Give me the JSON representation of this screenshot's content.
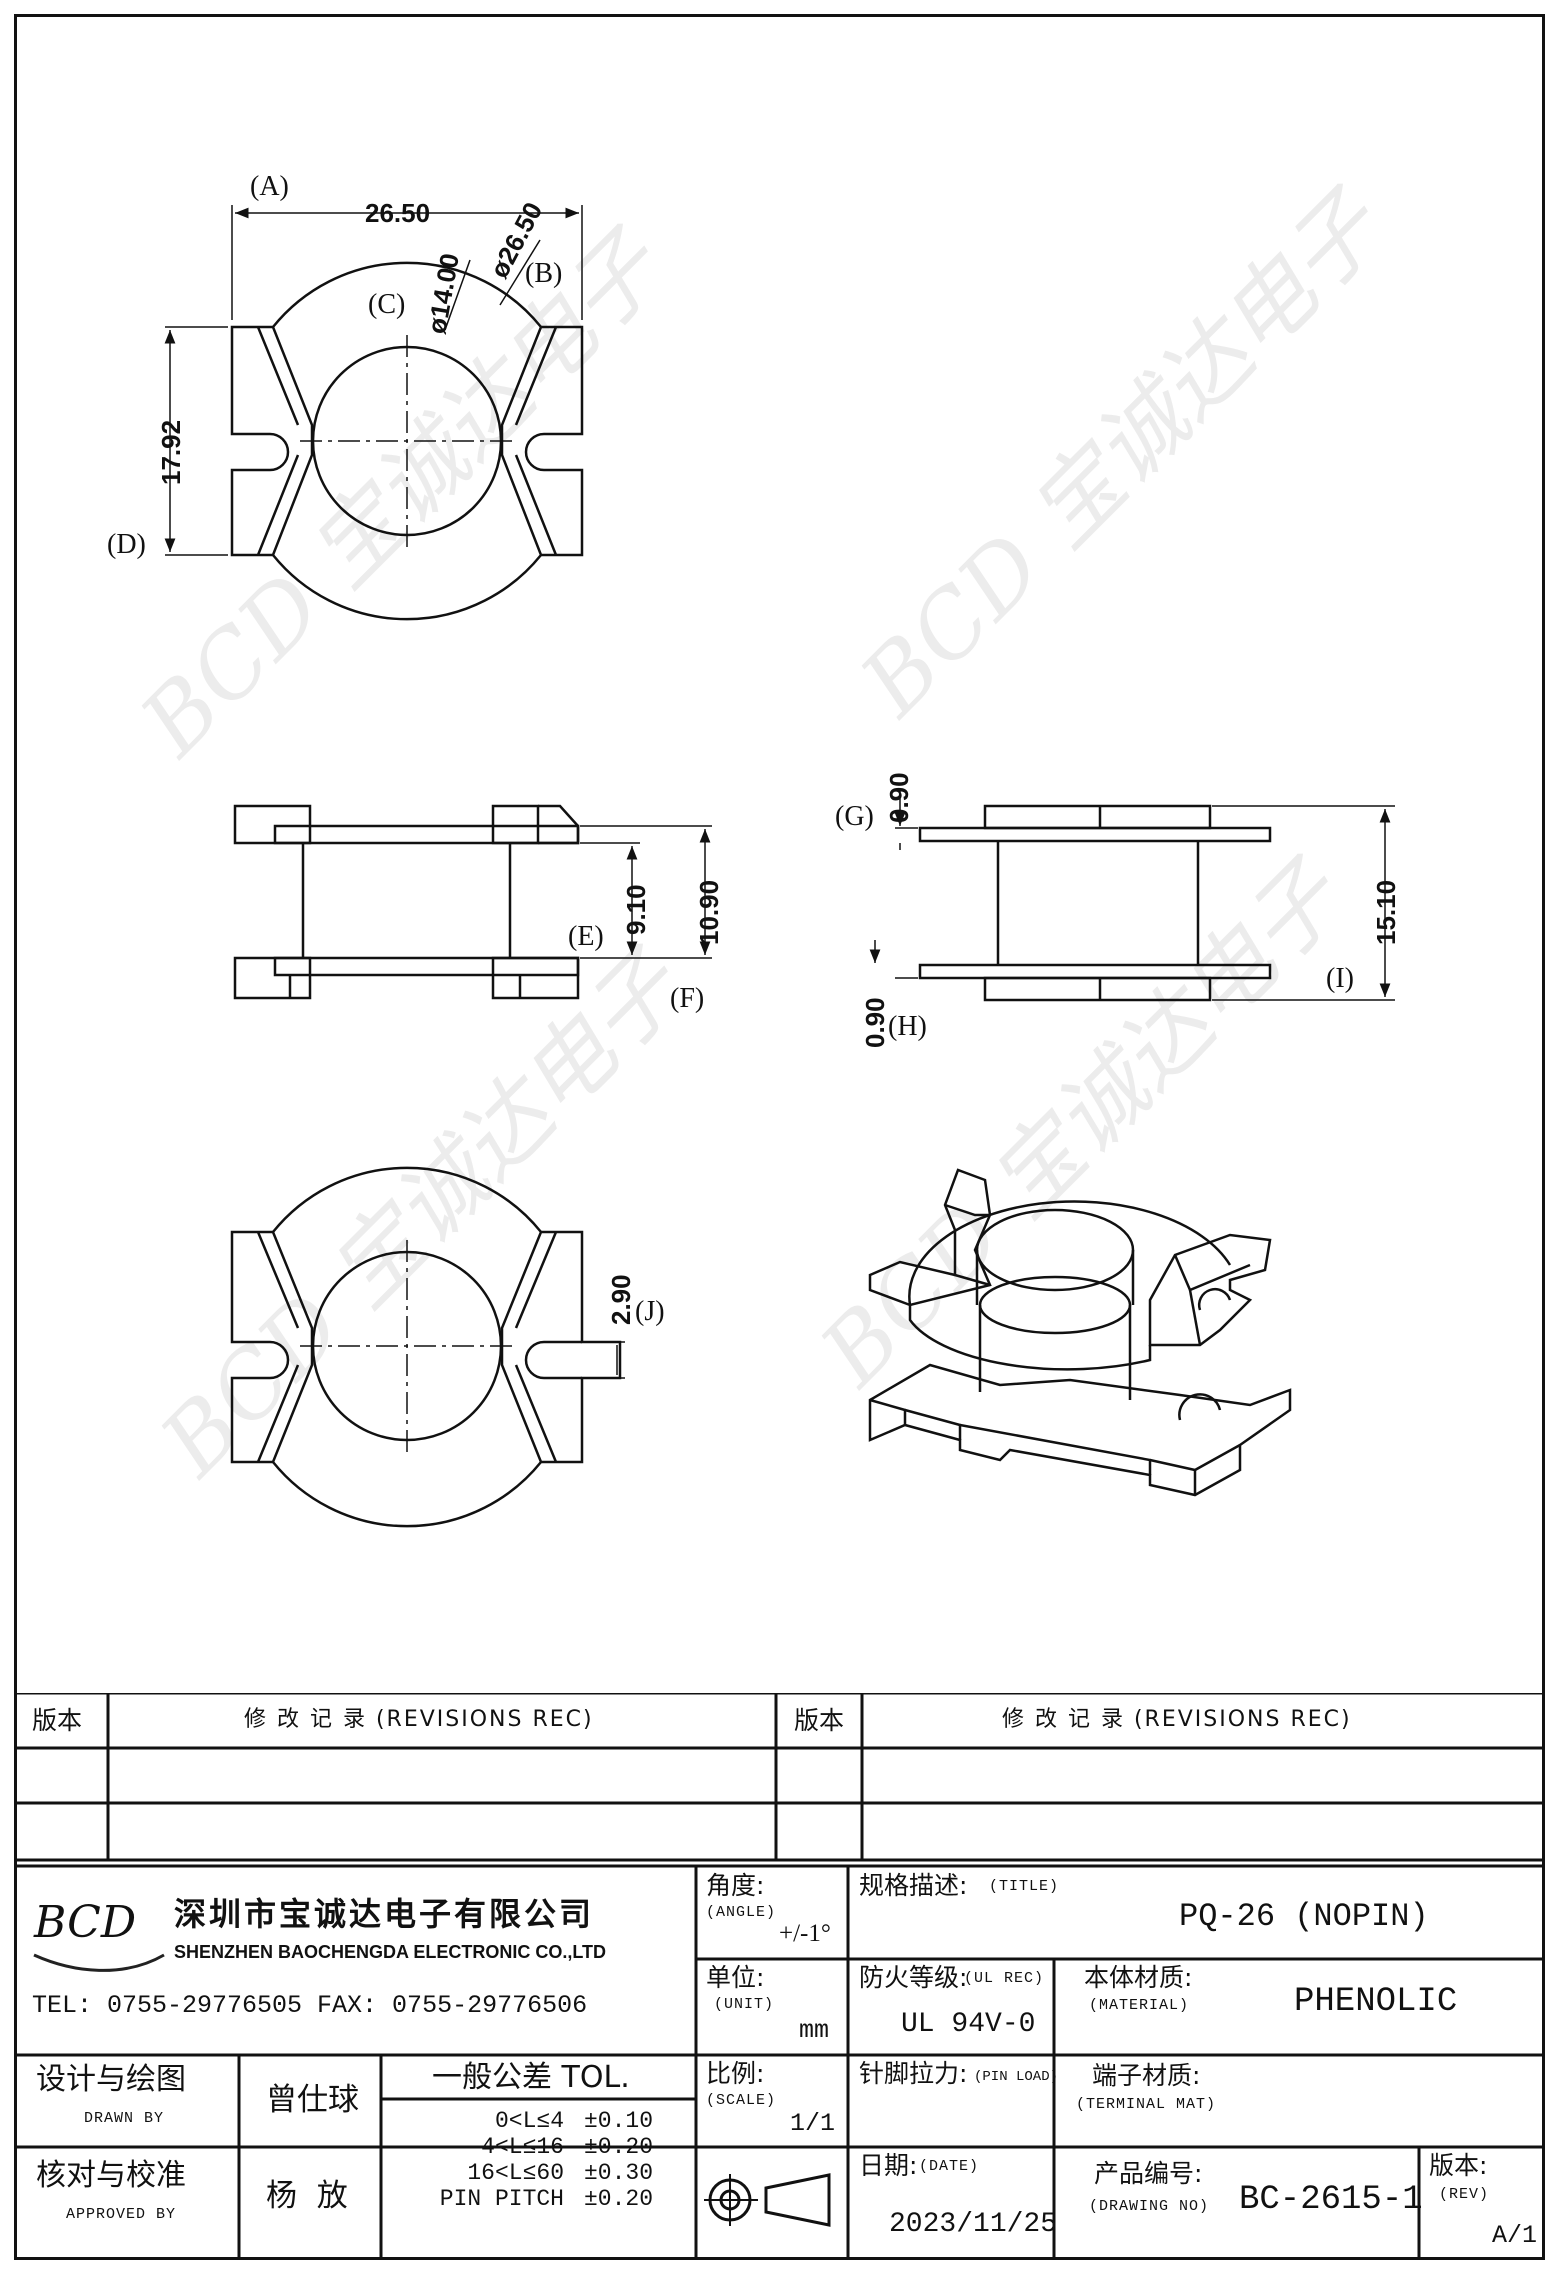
{
  "drawing": {
    "dims": {
      "overall_width": "26.50",
      "outer_diameter": "ø26.50",
      "inner_diameter": "ø14.00",
      "height_d": "17.92",
      "e": "9.10",
      "f": "10.90",
      "g": "0.90",
      "h": "0.90",
      "i": "15.10",
      "j": "2.90"
    },
    "labels": {
      "a": "(A)",
      "b": "(B)",
      "c": "(C)",
      "d": "(D)",
      "e": "(E)",
      "f": "(F)",
      "g": "(G)",
      "h": "(H)",
      "i": "(I)",
      "j": "(J)"
    },
    "watermark": "BCD 宝诚达电子"
  },
  "revisions": {
    "left_rev_header": "版本",
    "left_rec_header": "修 改 记 录  (REVISIONS REC)",
    "right_rev_header": "版本",
    "right_rec_header": "修 改 记 录  (REVISIONS REC)"
  },
  "company": {
    "logo": "BCD",
    "name_cn": "深圳市宝诚达电子有限公司",
    "name_en": "SHENZHEN BAOCHENGDA ELECTRONIC CO.,LTD",
    "contact": "TEL: 0755-29776505  FAX: 0755-29776506"
  },
  "fields": {
    "angle_label": "角度:",
    "angle_sub": "(ANGLE)",
    "angle_value": "+/-1°",
    "unit_label": "单位:",
    "unit_sub": "(UNIT)",
    "unit_value": "mm",
    "scale_label": "比例:",
    "scale_sub": "(SCALE)",
    "scale_value": "1/1",
    "title_label": "规格描述:",
    "title_sub": "(TITLE)",
    "title_value": "PQ-26 (NOPIN)",
    "ul_label": "防火等级:",
    "ul_sub": "(UL REC)",
    "ul_value": "UL 94V-0",
    "material_label": "本体材质:",
    "material_sub": "(MATERIAL)",
    "material_value": "PHENOLIC",
    "pinload_label": "针脚拉力:",
    "pinload_sub": "(PIN LOAD)",
    "terminal_label": "端子材质:",
    "terminal_sub": "(TERMINAL MAT)",
    "date_label": "日期:",
    "date_sub": "(DATE)",
    "date_value": "2023/11/25",
    "drawing_label": "产品编号:",
    "drawing_sub": "(DRAWING NO)",
    "drawing_value": "BC-2615-1",
    "rev_label": "版本:",
    "rev_sub": "(REV)",
    "rev_value": "A/1"
  },
  "people": {
    "drawn_label": "设计与绘图",
    "drawn_sub": "DRAWN BY",
    "drawn_name": "曾仕球",
    "approved_label": "核对与校准",
    "approved_sub": "APPROVED BY",
    "approved_name": "杨  放"
  },
  "tolerance": {
    "title": "一般公差 TOL.",
    "rows": [
      {
        "range": "0<L≤4",
        "value": "±0.10"
      },
      {
        "range": "4<L≤16",
        "value": "±0.20"
      },
      {
        "range": "16<L≤60",
        "value": "±0.30"
      },
      {
        "range": "PIN PITCH",
        "value": "±0.20"
      }
    ]
  }
}
